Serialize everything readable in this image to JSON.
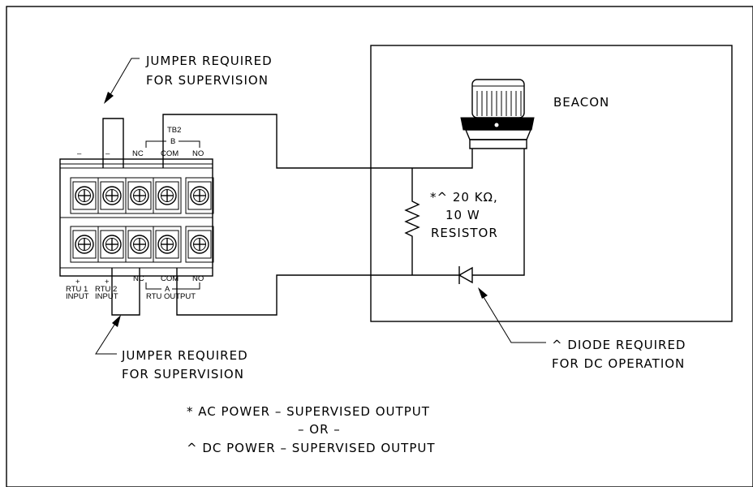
{
  "jumper_top": {
    "line1": "JUMPER REQUIRED",
    "line2": "FOR SUPERVISION"
  },
  "jumper_bottom": {
    "line1": "JUMPER REQUIRED",
    "line2": "FOR SUPERVISION"
  },
  "beacon_label": "BEACON",
  "resistor": {
    "line1": "*^ 20 KΩ,",
    "line2": "10 W",
    "line3": "RESISTOR"
  },
  "diode": {
    "line1": "^ DIODE REQUIRED",
    "line2": "FOR DC OPERATION"
  },
  "terminal_top": {
    "minus1": "–",
    "minus2": "–",
    "nc": "NC",
    "tb2": "TB2",
    "b": "B",
    "com": "COM",
    "no": "NO"
  },
  "terminal_bottom": {
    "plus1": "+",
    "rtu1": "RTU 1",
    "input1": "INPUT",
    "plus2": "+",
    "rtu2": "RTU 2",
    "input2": "INPUT",
    "nc": "NC",
    "com": "COM",
    "a": "A",
    "no": "NO",
    "rtu_output": "RTU OUTPUT"
  },
  "notes": {
    "line1": "* AC POWER – SUPERVISED OUTPUT",
    "line2": "– OR –",
    "line3": "^ DC POWER – SUPERVISED OUTPUT"
  }
}
